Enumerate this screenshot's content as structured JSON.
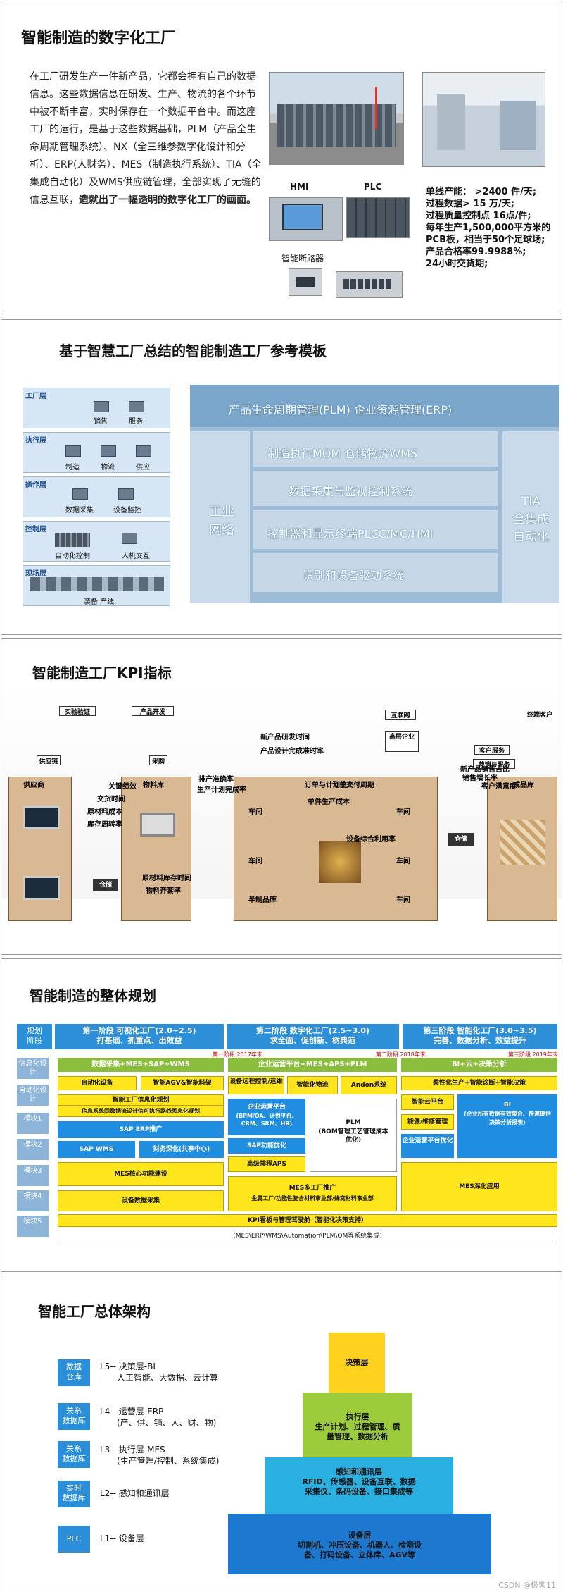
{
  "slide1": {
    "title": "智能制造的数字化工厂",
    "para_plain": "在工厂研发生产一件新产品，它都会拥有自己的数据信息。这些数据信息在研发、生产、物流的各个环节中被不断丰富，实时保存在一个数据平台中。而这座工厂的运行，是基于这些数据基础，PLM（产品全生命周期管理系统）、NX（全三维参数字化设计和分析）、ERP(人财务）、MES（制造执行系统）、TIA（全集成自动化）及WMS供应链管理，全部实现了无缝的信息互联，",
    "para_bold": "造就出了一幅透明的数字化工厂的画面。",
    "label_hmi": "HMI",
    "label_plc": "PLC",
    "label_breaker": "智能断路器",
    "stats": [
      "单线产能：   >2400 件/天;",
      "过程数据> 15 万/天;",
      "过程质量控制点 16点/件;",
      "每年生产1,500,000平方米的PCB板，相当于50个足球场;",
      "产品合格率99.9988%;",
      "24小时交货期;"
    ]
  },
  "slide2": {
    "title": "基于智慧工厂总结的智能制造工厂参考模板",
    "layers": [
      {
        "tag": "工厂层",
        "items": [
          "销售",
          "服务"
        ]
      },
      {
        "tag": "执行层",
        "items": [
          "制造",
          "物流",
          "供应"
        ]
      },
      {
        "tag": "操作层",
        "items": [
          "数据采集",
          "设备监控"
        ]
      },
      {
        "tag": "控制层",
        "items": [
          "自动化控制",
          "人机交互"
        ]
      },
      {
        "tag": "现场层",
        "items": [
          "装备 产线"
        ]
      }
    ],
    "band_top": "产品生命周期管理(PLM)   企业资源管理(ERP)",
    "row_mom": "制造执行MOM  仓储物流WMS",
    "row_scada": "数据采集与监视控制系统",
    "row_hmi": "控制器和显示终端PLCC/MC/HMI",
    "row_io": "识别和设备驱动系统",
    "left_col": "工业\n网络",
    "right_col": "TIA\n全集成\n自动化"
  },
  "slide3": {
    "title": "智能制造工厂KPI指标",
    "labels": [
      "实验验证",
      "产品开发",
      "互联网",
      "供应链",
      "采购",
      "客户服务",
      "供应商",
      "物料库",
      "订单与计划生产",
      "成品库",
      "仓储",
      "仓储",
      "车间",
      "车间",
      "车间",
      "车间",
      "车间",
      "半制品库",
      "营销与服务",
      "高层企业",
      "终端客户"
    ],
    "kpis": [
      "关键绩效",
      "交货时间",
      "原材料成本",
      "库存周转率",
      "产品设计完成准时率",
      "新产品研发时间",
      "订单交付周期",
      "单件生产成本",
      "设备综合利用率",
      "排产准确率",
      "生产计划完成率",
      "原材料库存时间",
      "物料齐套率",
      "客户满意度",
      "新产品销售占比",
      "销售增长率"
    ]
  },
  "slide4": {
    "title": "智能制造的整体规划",
    "corner": "规划\n阶段",
    "phases": [
      {
        "name": "第一阶段  可视化工厂(2.0~2.5)",
        "sub": "打基础、抓重点、出效益",
        "year": "第一阶段 2017年末"
      },
      {
        "name": "第二阶段  数字化工厂(2.5~3.0)",
        "sub": "求全面、促创新、树典范",
        "year": "第二阶段 2018年末"
      },
      {
        "name": "第三阶段  智能化工厂(3.0~3.5)",
        "sub": "完善、数据分析、效益提升",
        "year": "第三阶段 2019年末"
      }
    ],
    "side": [
      "信息化设计",
      "自动化设计",
      "模块1",
      "模块2",
      "模块3",
      "模块4",
      "模块5"
    ],
    "p1": [
      "数据采集+MES+SAP+WMS",
      "自动化设备",
      "智能AGV&智能料架",
      "智能工厂信息化规划",
      "信息系统间数据流设计信可执行路线图息化规划",
      "SAP ERP推广",
      "SAP WMS",
      "财务深化(共享中心)",
      "MES核心功能建设",
      "设备数据采集"
    ],
    "p2": [
      "企业运营平台+MES+APS+PLM",
      "设备远程控制/运维",
      "智能化物流",
      "Andon系统",
      "企业运营平台",
      "(BPM/OA、计划平台、CRM、SRM、HR)",
      "SAP功能优化",
      "高级排程APS",
      "PLM",
      "(BOM管理工艺管理成本优化)",
      "MES多工厂推广",
      "金属工厂/功能性复合材料事业部/蜂窝材料事业部"
    ],
    "p3": [
      "BI+云+决策分析",
      "柔性化生产+智能诊断+智能决策",
      "智能云平台",
      "能源/维修管理",
      "企业运营平台优化",
      "BI",
      "(企业所有数据有效整合、快速提供决策分析报表)",
      "MES深化应用"
    ],
    "kpi_bar": "KPI看板与管理驾驶舱（智能化决策支持）",
    "footer": "(MES\\ERP\\WMS\\Automation\\PLM\\QM等系统集成)"
  },
  "slide5": {
    "title": "智能工厂总体架构",
    "levels": [
      {
        "badge": "数据\n仓库",
        "name": "L5-- 决策层-BI",
        "sub": "人工智能、大数据、云计算"
      },
      {
        "badge": "关系\n数据库",
        "name": "L4-- 运营层-ERP",
        "sub": "(产、供、销、人、财、物)"
      },
      {
        "badge": "关系\n数据库",
        "name": "L3-- 执行层-MES",
        "sub": "(生产管理/控制、系统集成)"
      },
      {
        "badge": "实时\n数据库",
        "name": "L2-- 感知和通讯层",
        "sub": ""
      },
      {
        "badge": "PLC",
        "name": "L1-- 设备层",
        "sub": ""
      }
    ],
    "pyramid": [
      {
        "title": "决策层",
        "text": ""
      },
      {
        "title": "执行层",
        "text": "生产计划、过程管理、质量管理、数据分析"
      },
      {
        "title": "感知和通讯层",
        "text": "RFID、传感器、设备互联、数据采集仪、条码设备、接口集成等"
      },
      {
        "title": "设备层",
        "text": "切割机、冲压设备、机器人、检测设备、打码设备、立体库、AGV等"
      }
    ],
    "watermark": "CSDN @极客11"
  }
}
